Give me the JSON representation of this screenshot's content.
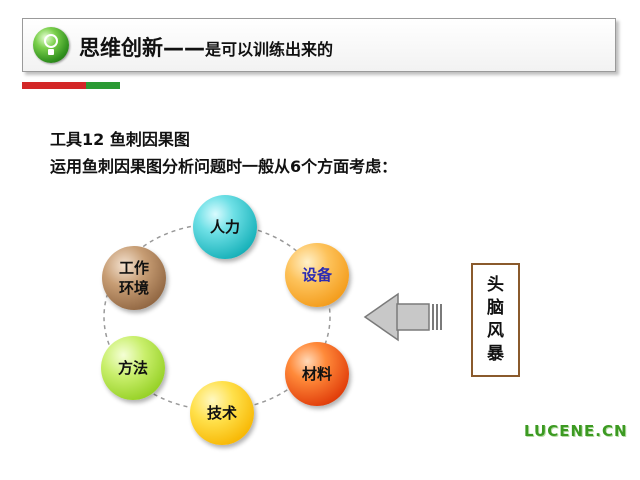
{
  "header": {
    "title_main": "思维创新——",
    "title_sub": "是可以训练出来的",
    "icon": "lightbulb-icon"
  },
  "tool_title": "工具12 鱼刺因果图",
  "description": "运用鱼刺因果图分析问题时一般从6个方面考虑：",
  "factors": [
    {
      "label": "人力",
      "color": "#1bb3bb"
    },
    {
      "label": "设备",
      "color": "#f39a18"
    },
    {
      "label": "材料",
      "color": "#e2400c"
    },
    {
      "label": "技术",
      "color": "#f7b500"
    },
    {
      "label": "方法",
      "color": "#93cf22"
    },
    {
      "label": "工作环境",
      "color": "#8e6440"
    }
  ],
  "brainstorm_label": "头脑风暴",
  "brand": "LUCENE.CN",
  "colors": {
    "accent_red": "#d32727",
    "accent_green": "#2b9a34",
    "brand_green": "#3c9a22",
    "box_border": "#8a5a2c"
  }
}
